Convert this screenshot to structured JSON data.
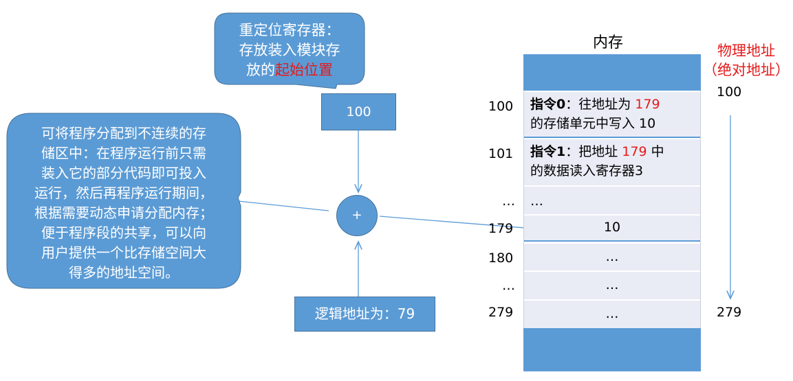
{
  "relocation_callout": {
    "line1": "重定位寄存器：",
    "line2": "存放装入模块存",
    "line3_prefix": "放的",
    "line3_highlight": "起始位置"
  },
  "relocation_register": {
    "value": "100"
  },
  "left_callout": {
    "lines": [
      "可将程序分配到不连续的存",
      "储区中：在程序运行前只需",
      "装入它的部分代码即可投入",
      "运行，然后再程序运行期间，",
      "根据需要动态申请分配内存；",
      "便于程序段的共享，可以向",
      "用户提供一个比存储空间大",
      "得多的地址空间。"
    ]
  },
  "adder": {
    "symbol": "+"
  },
  "logical_address": {
    "label": "逻辑地址为：79"
  },
  "memory": {
    "title": "内存",
    "rows": [
      {
        "addr": "100",
        "bold": "指令0",
        "text_a": "：往地址为 ",
        "red": "179",
        "text_b": "",
        "line2": "的存储单元中写入 10"
      },
      {
        "addr": "101",
        "bold": "指令1",
        "text_a": "：把地址 ",
        "red": "179",
        "text_b": " 中",
        "line2": "的数据读入寄存器3"
      },
      {
        "addr": "…",
        "content": "…"
      },
      {
        "addr": "179",
        "content": "10"
      },
      {
        "addr": "180",
        "content": "…"
      },
      {
        "addr": "…",
        "content": "…"
      },
      {
        "addr": "279",
        "content": "…"
      }
    ]
  },
  "physical_address": {
    "title_line1": "物理地址",
    "title_line2": "（绝对地址）",
    "start": "100",
    "end": "279"
  },
  "colors": {
    "shape_fill": "#5b9bd5",
    "cell_fill": "#e9ecf5",
    "highlight": "#e51a1a"
  }
}
